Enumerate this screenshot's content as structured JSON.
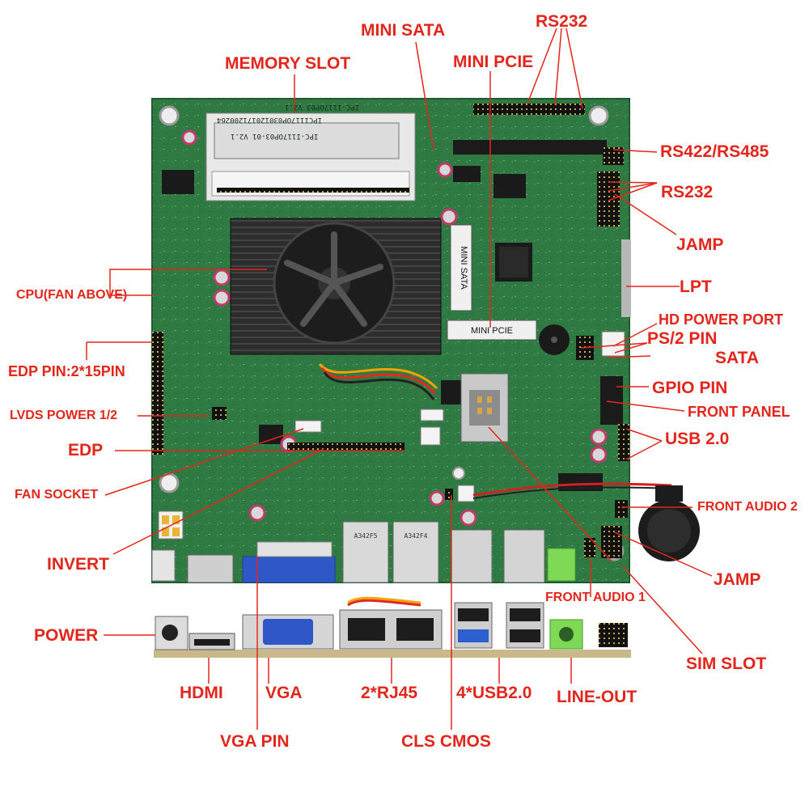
{
  "labels": {
    "mini_sata": "MINI SATA",
    "rs232_top": "RS232",
    "memory_slot": "MEMORY SLOT",
    "mini_pcie": "MINI PCIE",
    "rs422_485": "RS422/RS485",
    "rs232_right": "RS232",
    "jamp_right": "JAMP",
    "cpu": "CPU(FAN ABOVE)",
    "lpt": "LPT",
    "hd_power_port": "HD POWER PORT",
    "ps2_pin": "PS/2 PIN",
    "sata": "SATA",
    "edp_pin": "EDP PIN:2*15PIN",
    "gpio_pin": "GPIO PIN",
    "lvds_power": "LVDS POWER 1/2",
    "front_panel": "FRONT PANEL",
    "usb20": "USB 2.0",
    "edp": "EDP",
    "fan_socket": "FAN SOCKET",
    "front_audio_2": "FRONT AUDIO 2",
    "invert": "INVERT",
    "jamp_bottom": "JAMP",
    "front_audio_1": "FRONT AUDIO 1",
    "power": "POWER",
    "sim_slot": "SIM SLOT",
    "hdmi": "HDMI",
    "vga": "VGA",
    "rj45": "2*RJ45",
    "usb4": "4*USB2.0",
    "line_out": "LINE-OUT",
    "vga_pin": "VGA PIN",
    "cls_cmos": "CLS CMOS"
  },
  "board_silk": {
    "model": "IPC-I117OP03 V2.1",
    "serial_1": "IPCI117OP030120171200264",
    "serial_2": "IPC-I117OP03-01 V2.1",
    "mini_sata_slot": "MINI SATA",
    "mini_pcie_slot": "MINI PCIE",
    "lan_1": "A342F5",
    "lan_2": "A342F4"
  },
  "colors": {
    "label": "#e3261c",
    "pcb": "#2f7a43",
    "heatsink": "#2c2c2c",
    "vga_port": "#2f57c8",
    "audio_jack": "#7ed957"
  }
}
